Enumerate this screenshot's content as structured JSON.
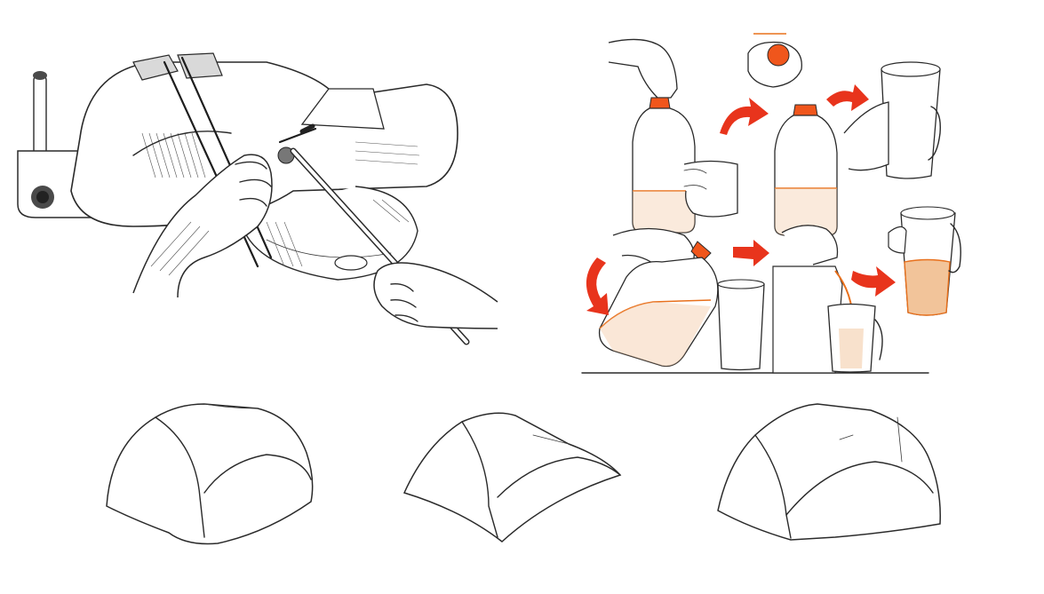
{
  "colors": {
    "ink": "#2a2a2a",
    "accent_arrow": "#e8341c",
    "liquid_line": "#e8701c",
    "liquid_fill": "#f2c49a",
    "cap": "#f0561c",
    "background": "#ffffff"
  },
  "panels": [
    {
      "id": "vise-filing",
      "icon": "bench-vise-illustration"
    },
    {
      "id": "pouring-sequence",
      "icon": "pouring-steps-illustration"
    },
    {
      "id": "shape-1",
      "icon": "arched-block-rounded"
    },
    {
      "id": "shape-2",
      "icon": "arched-block-concave"
    },
    {
      "id": "shape-3",
      "icon": "arched-block-faceted"
    }
  ]
}
